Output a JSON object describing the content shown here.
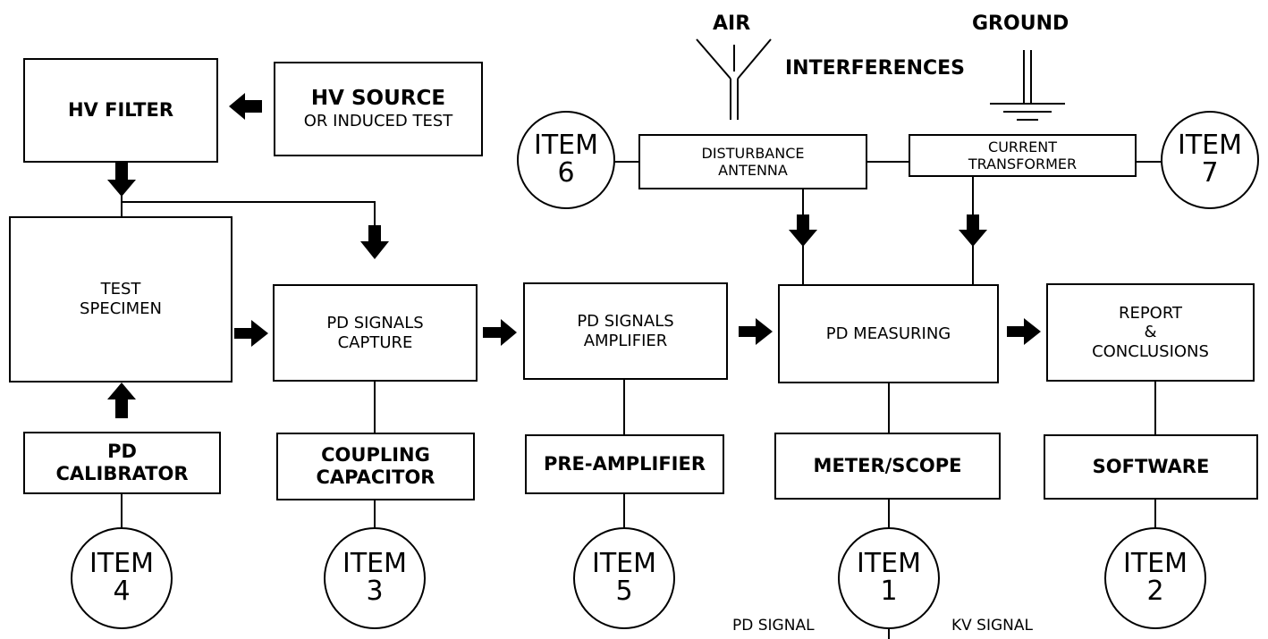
{
  "headers": {
    "air": "AIR",
    "ground": "GROUND",
    "interferences": "INTERFERENCES"
  },
  "boxes": {
    "hv_filter": "HV FILTER",
    "hv_source_title": "HV SOURCE",
    "hv_source_sub": "OR INDUCED TEST",
    "test_specimen_1": "TEST",
    "test_specimen_2": "SPECIMEN",
    "capture_1": "PD SIGNALS",
    "capture_2": "CAPTURE",
    "amplifier_1": "PD SIGNALS",
    "amplifier_2": "AMPLIFIER",
    "measuring": "PD MEASURING",
    "report_1": "REPORT",
    "report_2": "&",
    "report_3": "CONCLUSIONS",
    "calibrator_1": "PD",
    "calibrator_2": "CALIBRATOR",
    "coupling_1": "COUPLING",
    "coupling_2": "CAPACITOR",
    "preamp": "PRE-AMPLIFIER",
    "meter": "METER/SCOPE",
    "software": "SOFTWARE",
    "antenna_1": "DISTURBANCE",
    "antenna_2": "ANTENNA",
    "ct_1": "CURRENT",
    "ct_2": "TRANSFORMER"
  },
  "items": {
    "word": "ITEM",
    "item4": "4",
    "item3": "3",
    "item5": "5",
    "item1": "1",
    "item2": "2",
    "item6": "6",
    "item7": "7"
  },
  "signals": {
    "pd": "PD SIGNAL",
    "kv": "KV SIGNAL"
  }
}
